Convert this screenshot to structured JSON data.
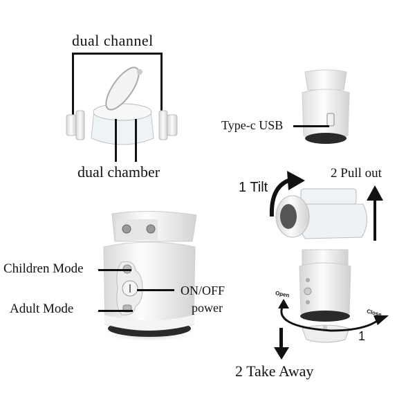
{
  "diagram": {
    "type": "product-annotation",
    "subject": "portable mesh nebulizer",
    "panels": {
      "top_left": {
        "title_label": "dual channel",
        "bottom_label": "dual chamber"
      },
      "top_right": {
        "port_label": "Type-c USB"
      },
      "bottom_left": {
        "children_mode_label": "Children Mode",
        "adult_mode_label": "Adult Mode",
        "power_label_line1": "ON/OFF",
        "power_label_line2": "power"
      },
      "bottom_right": {
        "tilt_label": "1 Tilt",
        "pull_label": "2 Pull out",
        "open_label": "Open",
        "close_label": "Close",
        "rotate_step": "1",
        "take_away_label": "2 Take Away"
      }
    },
    "colors": {
      "background": "#ffffff",
      "device_body": "#f2f2f2",
      "device_shadow": "#d6d6d6",
      "annotation": "#111111",
      "base_dark": "#2a2a2a"
    }
  }
}
